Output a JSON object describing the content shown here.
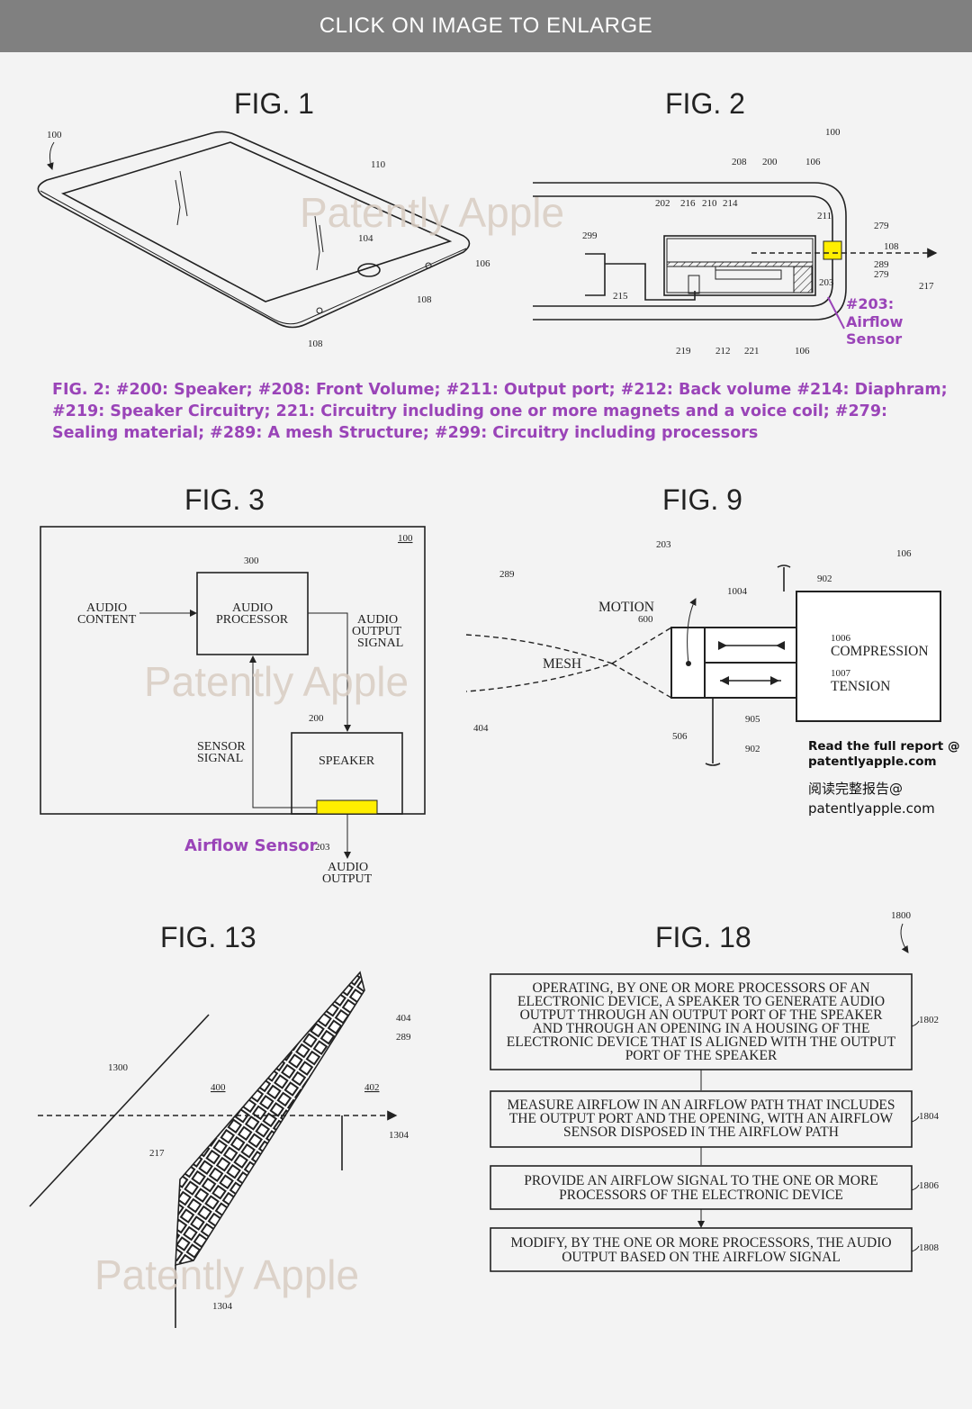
{
  "banner": "CLICK ON IMAGE TO ENLARGE",
  "watermark": "Patently Apple",
  "colors": {
    "accent": "#9a44b8",
    "sensor_highlight": "#ffee00",
    "banner": "#808080"
  },
  "fig1": {
    "title": "FIG. 1",
    "labels": [
      "100",
      "110",
      "104",
      "106",
      "108",
      "108"
    ]
  },
  "fig2": {
    "title": "FIG. 2",
    "labels": [
      "100",
      "208",
      "200",
      "106",
      "202",
      "216",
      "210",
      "214",
      "211",
      "279",
      "108",
      "289",
      "279",
      "217",
      "299",
      "215",
      "203",
      "219",
      "212",
      "221",
      "106"
    ],
    "callout": [
      "#203:",
      "Airflow",
      "Sensor"
    ]
  },
  "caption": [
    "FIG. 2: #200: Speaker; #208: Front Volume; #211: Output port; #212: Back volume #214: Diaphram;",
    "#219: Speaker Circuitry; 221: Circuitry including one or more magnets and a voice coil; #279:",
    "Sealing material; #289: A mesh Structure; #299: Circuitry including processors"
  ],
  "fig3": {
    "title": "FIG. 3",
    "labels": [
      "100",
      "300",
      "200",
      "203"
    ],
    "audio_content": [
      "AUDIO",
      "CONTENT"
    ],
    "audio_processor": [
      "AUDIO",
      "PROCESSOR"
    ],
    "audio_output_signal": [
      "AUDIO",
      "OUTPUT",
      "SIGNAL"
    ],
    "sensor_signal": [
      "SENSOR",
      "SIGNAL"
    ],
    "speaker": "SPEAKER",
    "audio_output": [
      "AUDIO",
      "OUTPUT"
    ],
    "callout": "Airflow Sensor"
  },
  "fig9": {
    "title": "FIG. 9",
    "labels": [
      "203",
      "289",
      "106",
      "902",
      "1004",
      "600",
      "1006",
      "1007",
      "404",
      "506",
      "905",
      "902"
    ],
    "motion": "MOTION",
    "mesh": "MESH",
    "compression": "COMPRESSION",
    "tension": "TENSION"
  },
  "report": {
    "line1": "Read the full report @",
    "line2": "patentlyapple.com",
    "line3": "阅读完整报告@",
    "line4": "patentlyapple.com"
  },
  "fig13": {
    "title": "FIG. 13",
    "labels": [
      "404",
      "289",
      "1300",
      "400",
      "402",
      "217",
      "1304",
      "1304"
    ]
  },
  "fig18": {
    "title": "FIG. 18",
    "ref": "1800",
    "steps": [
      {
        "ref": "1802",
        "lines": [
          "OPERATING, BY ONE OR MORE PROCESSORS OF AN",
          "ELECTRONIC DEVICE, A SPEAKER TO GENERATE AUDIO",
          "OUTPUT THROUGH AN OUTPUT PORT OF THE SPEAKER",
          "AND THROUGH AN OPENING IN A HOUSING OF THE",
          "ELECTRONIC DEVICE THAT IS ALIGNED WITH THE OUTPUT",
          "PORT OF THE SPEAKER"
        ]
      },
      {
        "ref": "1804",
        "lines": [
          "MEASURE AIRFLOW IN AN AIRFLOW PATH THAT INCLUDES",
          "THE OUTPUT PORT AND THE OPENING, WITH AN AIRFLOW",
          "SENSOR DISPOSED IN THE AIRFLOW PATH"
        ]
      },
      {
        "ref": "1806",
        "lines": [
          "PROVIDE AN AIRFLOW SIGNAL TO THE ONE OR MORE",
          "PROCESSORS OF THE ELECTRONIC DEVICE"
        ]
      },
      {
        "ref": "1808",
        "lines": [
          "MODIFY, BY THE ONE OR MORE PROCESSORS, THE AUDIO",
          "OUTPUT BASED ON THE AIRFLOW SIGNAL"
        ]
      }
    ]
  }
}
